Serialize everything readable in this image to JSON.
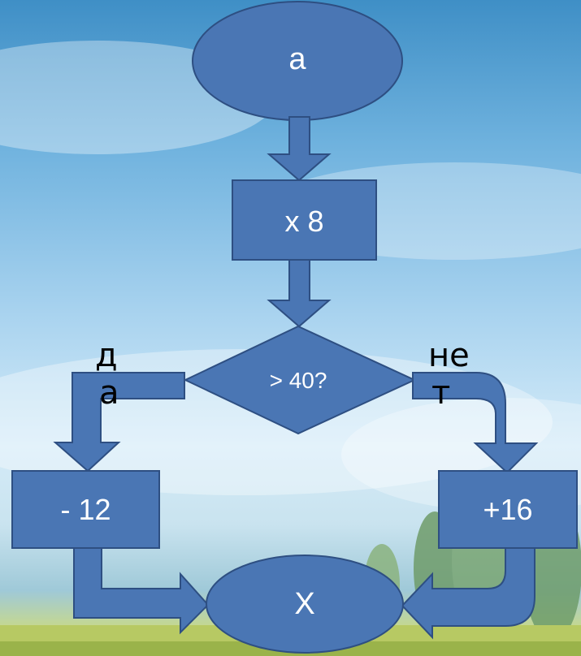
{
  "nodes": {
    "start": "a",
    "multiply": "x 8",
    "condition": "> 40?",
    "subtract": "- 12",
    "add": "+16",
    "end": "X"
  },
  "branches": {
    "yes_line1": "д",
    "yes_line2": "а",
    "no_line1": "не",
    "no_line2": "т"
  },
  "colors": {
    "shape_fill": "#4a76b4",
    "shape_stroke": "#2e4f82",
    "label_text": "#ffffff",
    "branch_text": "#000000"
  }
}
